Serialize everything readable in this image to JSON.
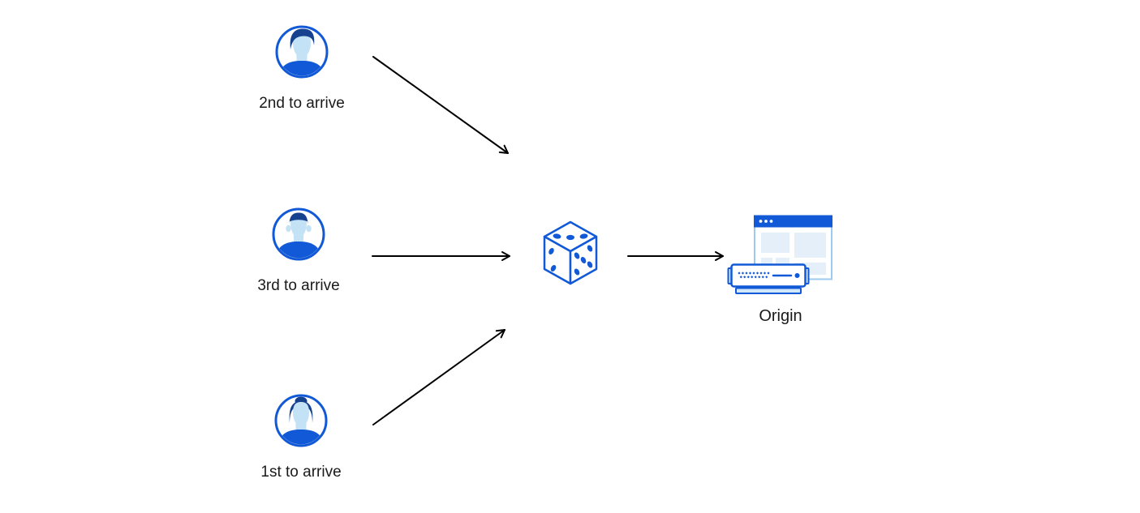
{
  "nodes": {
    "users": [
      {
        "id": "user-2nd",
        "label": "2nd to arrive",
        "icon": "male-avatar-swept-hair-icon"
      },
      {
        "id": "user-3rd",
        "label": "3rd to arrive",
        "icon": "male-avatar-flat-hair-icon"
      },
      {
        "id": "user-1st",
        "label": "1st to arrive",
        "icon": "female-avatar-bun-icon"
      }
    ],
    "randomizer": {
      "id": "dice",
      "icon": "dice-icon"
    },
    "origin": {
      "id": "origin",
      "label": "Origin",
      "icon": "origin-server-browser-icon"
    }
  },
  "edges": [
    {
      "from": "user-2nd",
      "to": "dice"
    },
    {
      "from": "user-3rd",
      "to": "dice"
    },
    {
      "from": "user-1st",
      "to": "dice"
    },
    {
      "from": "dice",
      "to": "origin"
    }
  ],
  "colors": {
    "primary_blue": "#1159d6",
    "navy_blue": "#16418f",
    "face_light_blue": "#c3e2f5",
    "panel_light_blue": "#e4eff9",
    "server_light_blue": "#cfe7f8",
    "window_border_blue": "#9ec9f0",
    "arrow_black": "#000000",
    "label_text": "#1a1a1a",
    "background": "#ffffff"
  }
}
